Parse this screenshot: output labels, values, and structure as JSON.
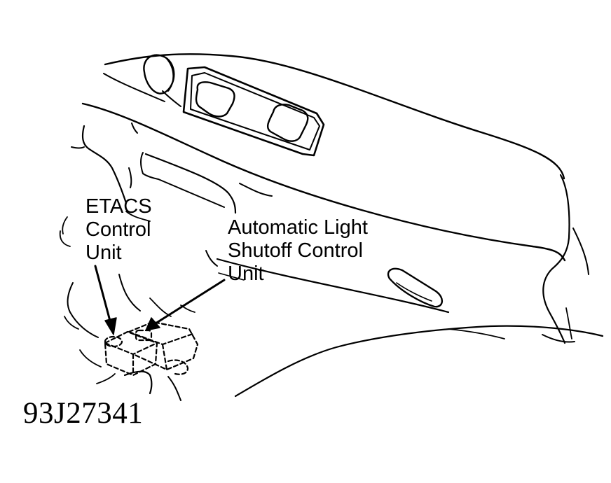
{
  "callouts": {
    "etacs": {
      "lines": [
        "ETACS",
        "Control",
        "Unit"
      ]
    },
    "auto_light": {
      "lines": [
        "Automatic Light",
        "Shutoff Control",
        "Unit"
      ]
    }
  },
  "figure_id": "93J27341",
  "colors": {
    "ink": "#000000",
    "background": "#ffffff"
  }
}
